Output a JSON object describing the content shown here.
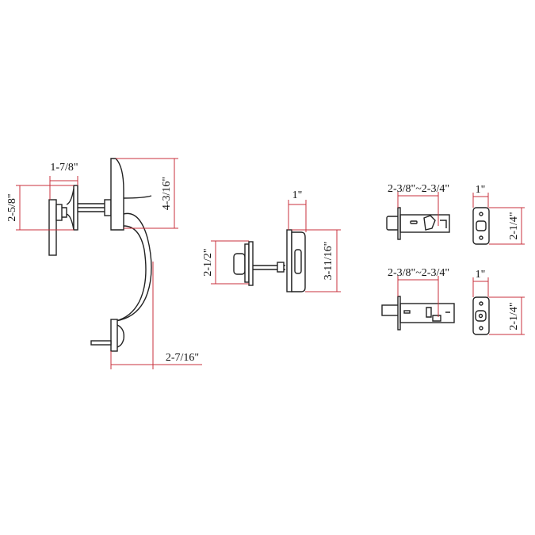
{
  "handleset": {
    "lever_projection": "1-7/8\"",
    "rosette_height": "2-5/8\"",
    "plate_height": "4-3/16\"",
    "handle_projection": "2-7/16\""
  },
  "deadbolt": {
    "projection": "1\"",
    "interior_height": "2-1/2\"",
    "exterior_height": "3-11/16\""
  },
  "latch_top": {
    "backset": "2-3/8\"~2-3/4\"",
    "strike_width": "1\"",
    "strike_height": "2-1/4\""
  },
  "latch_bottom": {
    "backset": "2-3/8\"~2-3/4\"",
    "strike_width": "1\"",
    "strike_height": "2-1/4\""
  },
  "colors": {
    "dimension": "#c8323c",
    "outline": "#222222"
  }
}
